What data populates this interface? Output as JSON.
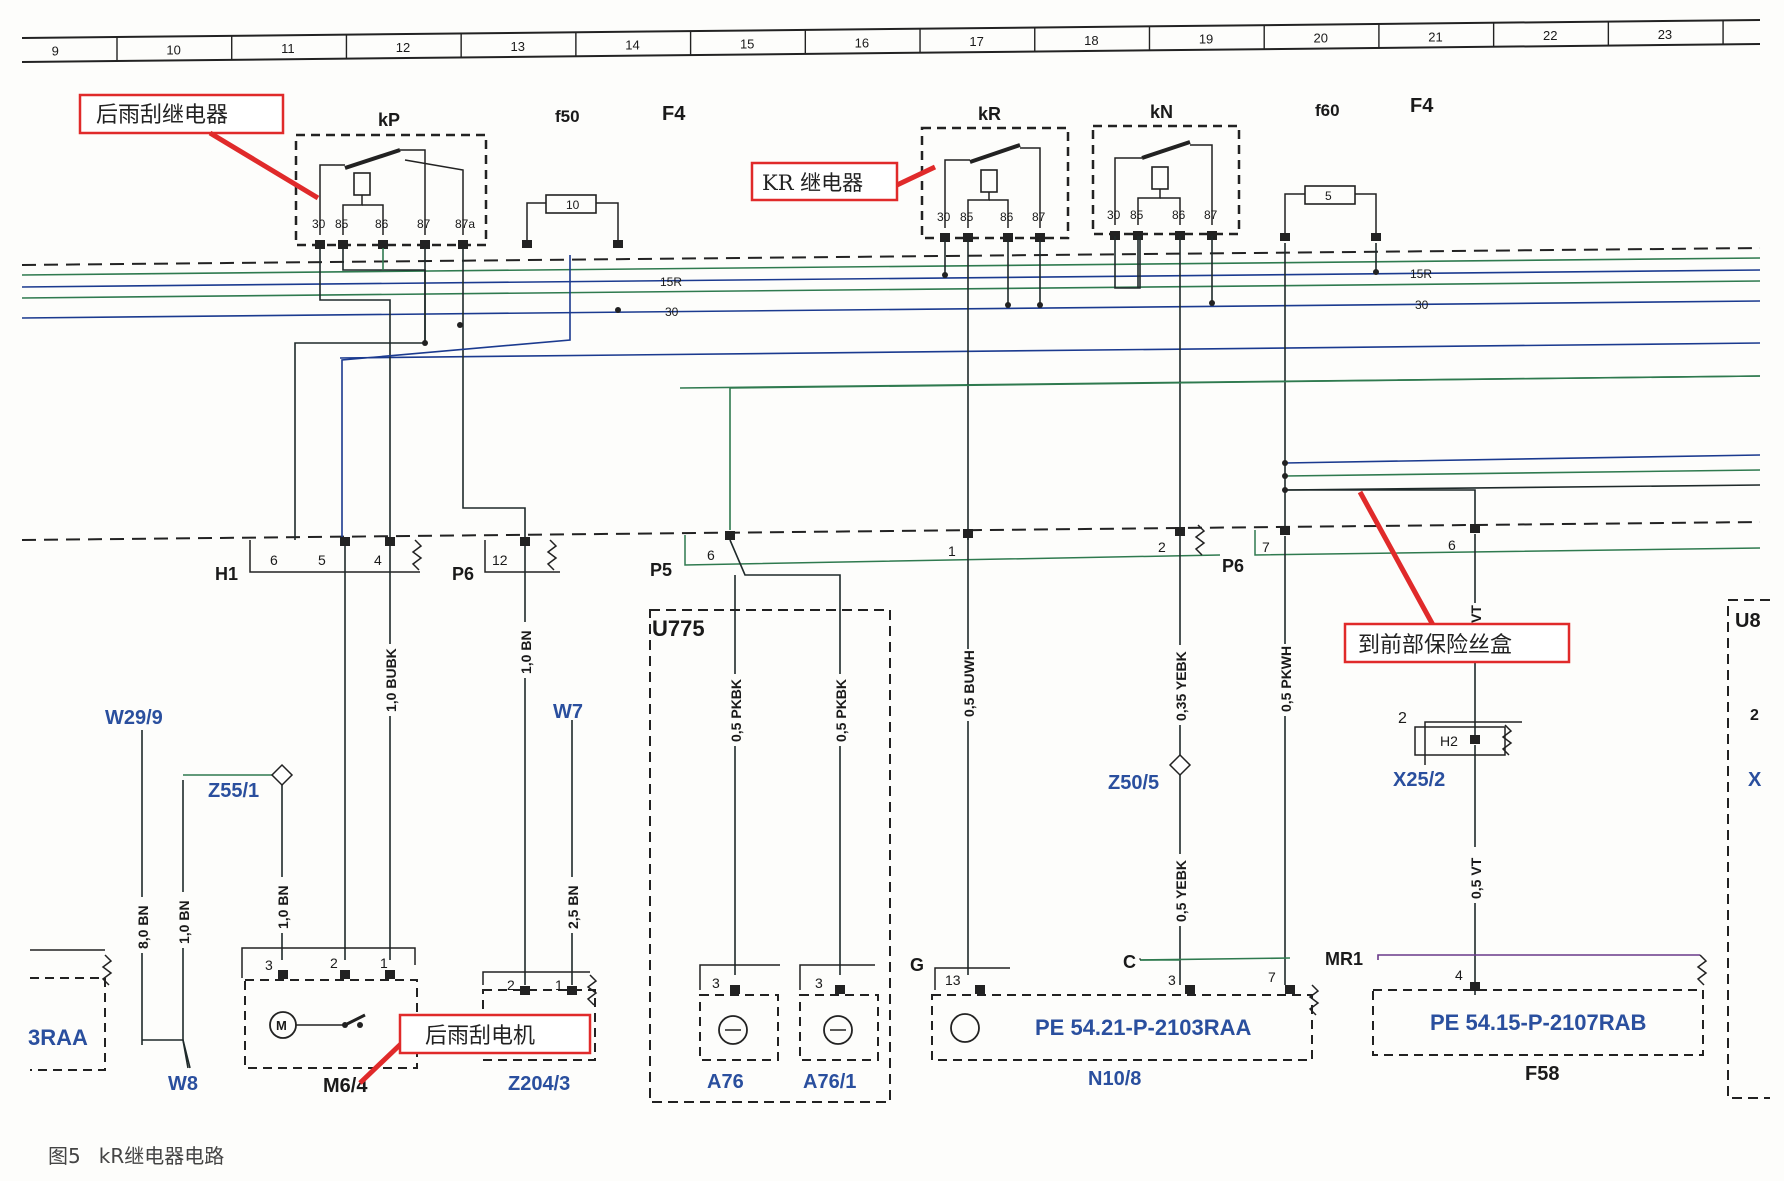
{
  "ruler": {
    "cols": [
      "9",
      "10",
      "11",
      "12",
      "13",
      "14",
      "15",
      "16",
      "17",
      "18",
      "19",
      "20",
      "21",
      "22",
      "23"
    ]
  },
  "components": {
    "kP": "kP",
    "f50": "f50",
    "F4a": "F4",
    "kR": "kR",
    "kN": "kN",
    "f60": "f60",
    "F4b": "F4",
    "fuse10": "10",
    "fuse5": "5",
    "kP_pins": [
      "30",
      "85",
      "86",
      "87",
      "87a"
    ],
    "kR_pins": [
      "30",
      "85",
      "86",
      "87"
    ],
    "kN_pins": [
      "30",
      "85",
      "86",
      "87"
    ]
  },
  "buses": {
    "b15R_1": "15R",
    "b30_1": "30",
    "b15R_2": "15R",
    "b30_2": "30"
  },
  "connectors": {
    "H1": "H1",
    "H1_6": "6",
    "H1_5": "5",
    "H1_4": "4",
    "P6a": "P6",
    "P6a_12": "12",
    "P5": "P5",
    "P5_6": "6",
    "P5_1": "1",
    "P5_2": "2",
    "P6b": "P6",
    "P6b_7": "7",
    "P6b_6": "6"
  },
  "wires": {
    "w_bubk": "1,0 BUBK",
    "w_bn1": "1,0 BN",
    "w_pkbk1": "0,5 PKBK",
    "w_pkbk2": "0,5 PKBK",
    "w_buwh": "0,5 BUWH",
    "w_yebk1": "0,35 YEBK",
    "w_pkwh": "0,5 PKWH",
    "w_vt1": "VT",
    "w_8bn": "8,0 BN",
    "w_1bn": "1,0 BN",
    "w_1bn2": "1,0 BN",
    "w_25bn": "2,5 BN",
    "w_yebk2": "0,5 YEBK",
    "w_vt2": "0,5 VT"
  },
  "labels": {
    "W29_9": "W29/9",
    "Z55_1": "Z55/1",
    "W7": "W7",
    "W8": "W8",
    "M6_4": "M6/4",
    "Z204_3": "Z204/3",
    "U775": "U775",
    "A76": "A76",
    "A76_1": "A76/1",
    "N10_8": "N10/8",
    "Z50_5": "Z50/5",
    "X25_2": "X25/2",
    "F58": "F58",
    "U8": "U8",
    "X": "X",
    "U8_2": "2",
    "BRAA": "3RAA",
    "G": "G",
    "C": "C",
    "MR1": "MR1",
    "H2": "H2",
    "X25_2pin": "2",
    "M_pins": [
      "3",
      "2",
      "1"
    ],
    "Z204_pins": [
      "2",
      "1"
    ],
    "A76_pin": "3",
    "A761_pin": "3",
    "N108_pins": [
      "13",
      "3",
      "7"
    ],
    "F58_pin": "4",
    "PE1": "PE 54.21-P-2103RAA",
    "PE2": "PE 54.15-P-2107RAB",
    "M": "M"
  },
  "callouts": {
    "rear_relay": "后雨刮继电器",
    "kr_relay": "KR 继电器",
    "front_fuse": "到前部保险丝盒",
    "rear_motor": "后雨刮电机"
  },
  "caption": {
    "fig": "图5",
    "title": "kR继电器电路"
  },
  "colors": {
    "wire_dark": "#1f2a2a",
    "wire_green": "#2f7a4f",
    "wire_blue": "#1b3a8f",
    "wire_purple": "#6a3a8a",
    "callout_red": "#e02a2a",
    "label_blue": "#2a4f9e"
  }
}
